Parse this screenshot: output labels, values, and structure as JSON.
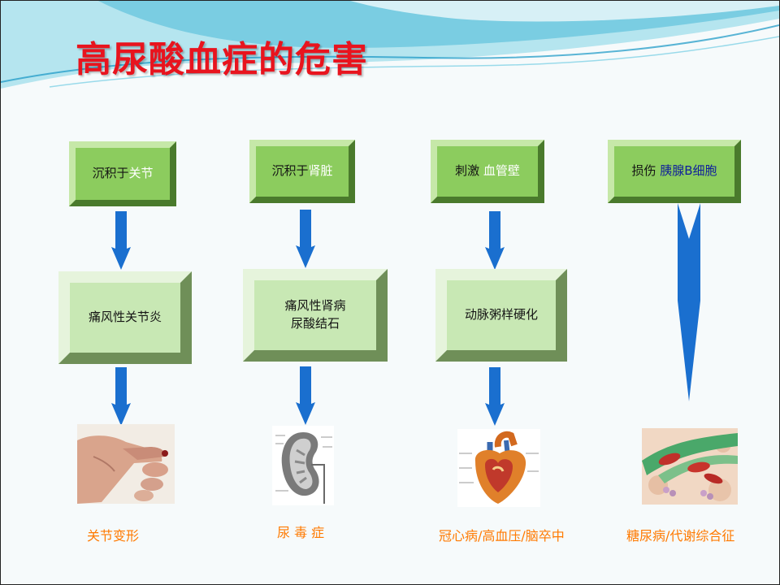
{
  "slide": {
    "title": "高尿酸血症的危害"
  },
  "columns": [
    {
      "cause": {
        "parts": [
          "沉积于",
          "关节"
        ]
      },
      "disease": {
        "lines": [
          "痛风性关节炎"
        ]
      },
      "caption": "关节变形"
    },
    {
      "cause": {
        "parts": [
          "沉积于",
          "肾脏"
        ]
      },
      "disease": {
        "lines": [
          "痛风性肾病",
          "尿酸结石"
        ]
      },
      "caption": "尿  毒  症"
    },
    {
      "cause": {
        "parts": [
          "刺激  ",
          "血管壁"
        ]
      },
      "disease": {
        "lines": [
          "动脉粥样硬化"
        ]
      },
      "caption": "冠心病/高血压/脑卒中"
    },
    {
      "cause": {
        "parts": [
          "损伤  ",
          "胰腺B细胞"
        ]
      },
      "caption": "糖尿病/代谢综合征"
    }
  ],
  "colors": {
    "title": "#e8141e",
    "arrow": "#1a6fcf",
    "caption": "#ff7a00",
    "box_dark": "#8ccc5e",
    "box_light": "#c8e8b4"
  }
}
